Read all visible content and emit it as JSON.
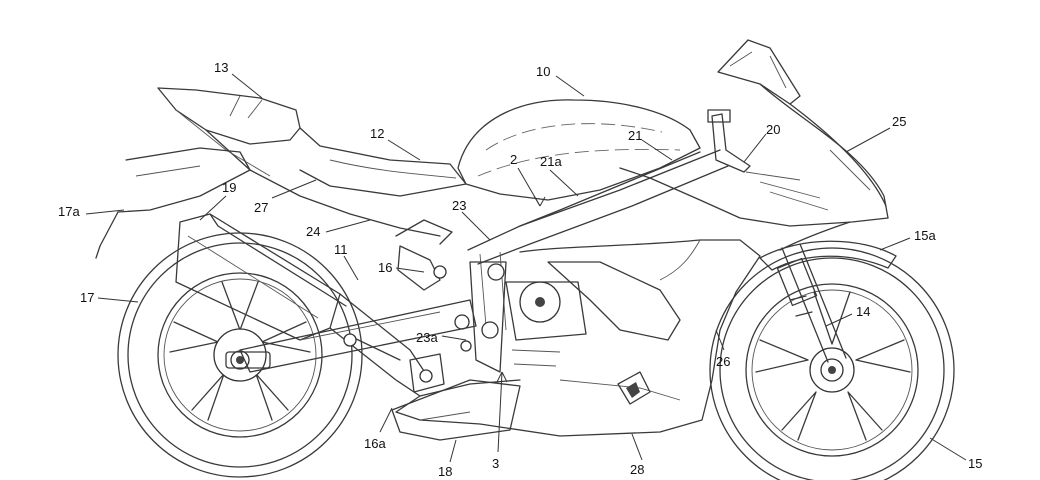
{
  "callouts": [
    {
      "id": "13",
      "text": "13"
    },
    {
      "id": "10",
      "text": "10"
    },
    {
      "id": "12",
      "text": "12"
    },
    {
      "id": "21",
      "text": "21"
    },
    {
      "id": "20",
      "text": "20"
    },
    {
      "id": "25",
      "text": "25"
    },
    {
      "id": "2",
      "text": "2"
    },
    {
      "id": "21a",
      "text": "21a"
    },
    {
      "id": "19",
      "text": "19"
    },
    {
      "id": "27",
      "text": "27"
    },
    {
      "id": "17a",
      "text": "17a"
    },
    {
      "id": "23",
      "text": "23"
    },
    {
      "id": "24",
      "text": "24"
    },
    {
      "id": "11",
      "text": "11"
    },
    {
      "id": "15a",
      "text": "15a"
    },
    {
      "id": "16",
      "text": "16"
    },
    {
      "id": "17",
      "text": "17"
    },
    {
      "id": "14",
      "text": "14"
    },
    {
      "id": "23a",
      "text": "23a"
    },
    {
      "id": "26",
      "text": "26"
    },
    {
      "id": "16a",
      "text": "16a"
    },
    {
      "id": "3",
      "text": "3"
    },
    {
      "id": "18",
      "text": "18"
    },
    {
      "id": "28",
      "text": "28"
    },
    {
      "id": "15",
      "text": "15"
    }
  ]
}
